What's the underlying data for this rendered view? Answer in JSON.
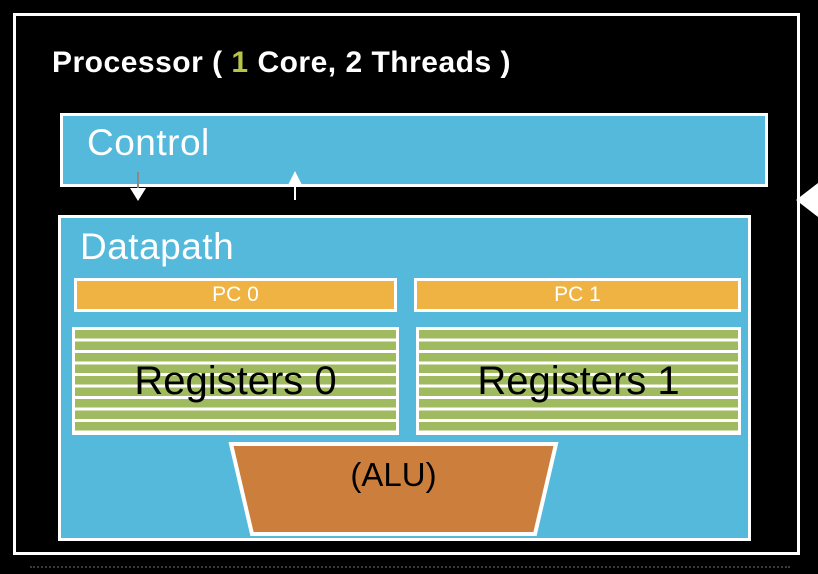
{
  "diagram": {
    "title": {
      "prefix": "Processor ( ",
      "highlight": "1",
      "suffix": " Core, 2 Threads )"
    },
    "control": {
      "label": "Control"
    },
    "datapath": {
      "label": "Datapath",
      "pc_bars": [
        {
          "label": "PC 0"
        },
        {
          "label": "PC 1"
        }
      ],
      "register_files": [
        {
          "label": "Registers 0"
        },
        {
          "label": "Registers 1"
        }
      ],
      "alu": {
        "label": "(ALU)"
      }
    },
    "colors": {
      "background": "#000000",
      "block_blue": "#55B9DC",
      "pc_orange": "#EFB344",
      "register_green": "#9FBA5F",
      "alu_orange": "#CC7F3D",
      "highlight_green": "#B7C44A",
      "border_white": "#FFFFFF",
      "arrow_gray": "#8A8A8A"
    }
  }
}
